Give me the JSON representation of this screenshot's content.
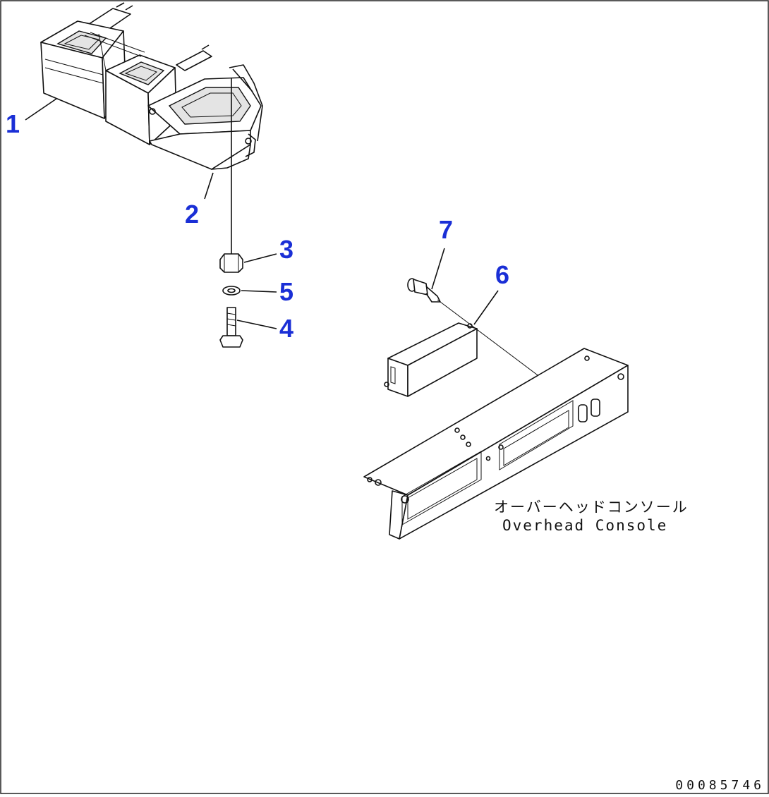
{
  "callouts": {
    "c1": "1",
    "c2": "2",
    "c3": "3",
    "c4": "4",
    "c5": "5",
    "c6": "6",
    "c7": "7"
  },
  "note": {
    "jp": "オーバーヘッドコンソール",
    "en": "Overhead Console"
  },
  "figure_number": "00085746",
  "colors": {
    "callout": "#1a2fd6",
    "line": "#111111",
    "background": "#ffffff"
  }
}
